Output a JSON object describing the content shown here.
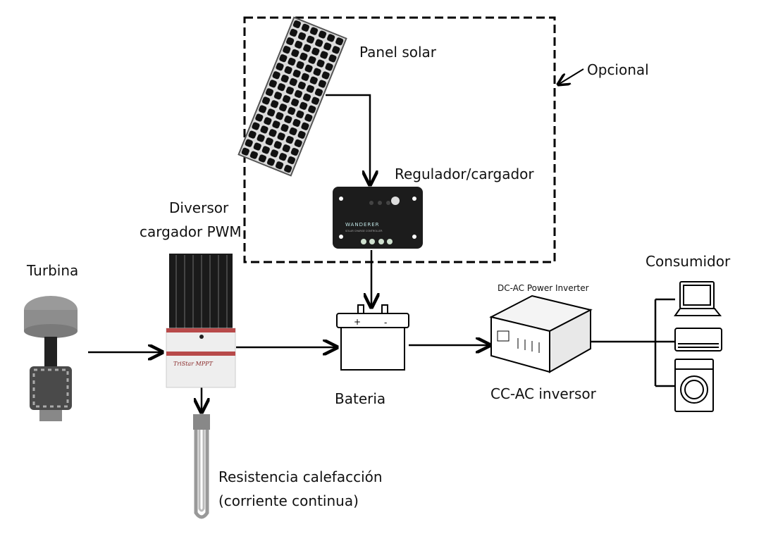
{
  "labels": {
    "panel_solar": "Panel solar",
    "opcional": "Opcional",
    "regulador": "Regulador/cargador",
    "diversor_line1": "Diversor",
    "diversor_line2": "cargador PWM",
    "turbina": "Turbina",
    "bateria": "Bateria",
    "inverter_caption": "DC-AC Power Inverter",
    "inversor": "CC-AC inversor",
    "consumidor": "Consumidor",
    "resistencia_line1": "Resistencia calefacción",
    "resistencia_line2": "(corriente continua)"
  },
  "device_text": {
    "regulator_brand": "WANDERER",
    "regulator_sub": "SOLAR CHARGE CONTROLLER",
    "diversor_brand": "TriStar MPPT"
  },
  "colors": {
    "line": "#000000",
    "device_dark": "#1c1c1c",
    "diversor_stripe": "#b84a4a"
  }
}
